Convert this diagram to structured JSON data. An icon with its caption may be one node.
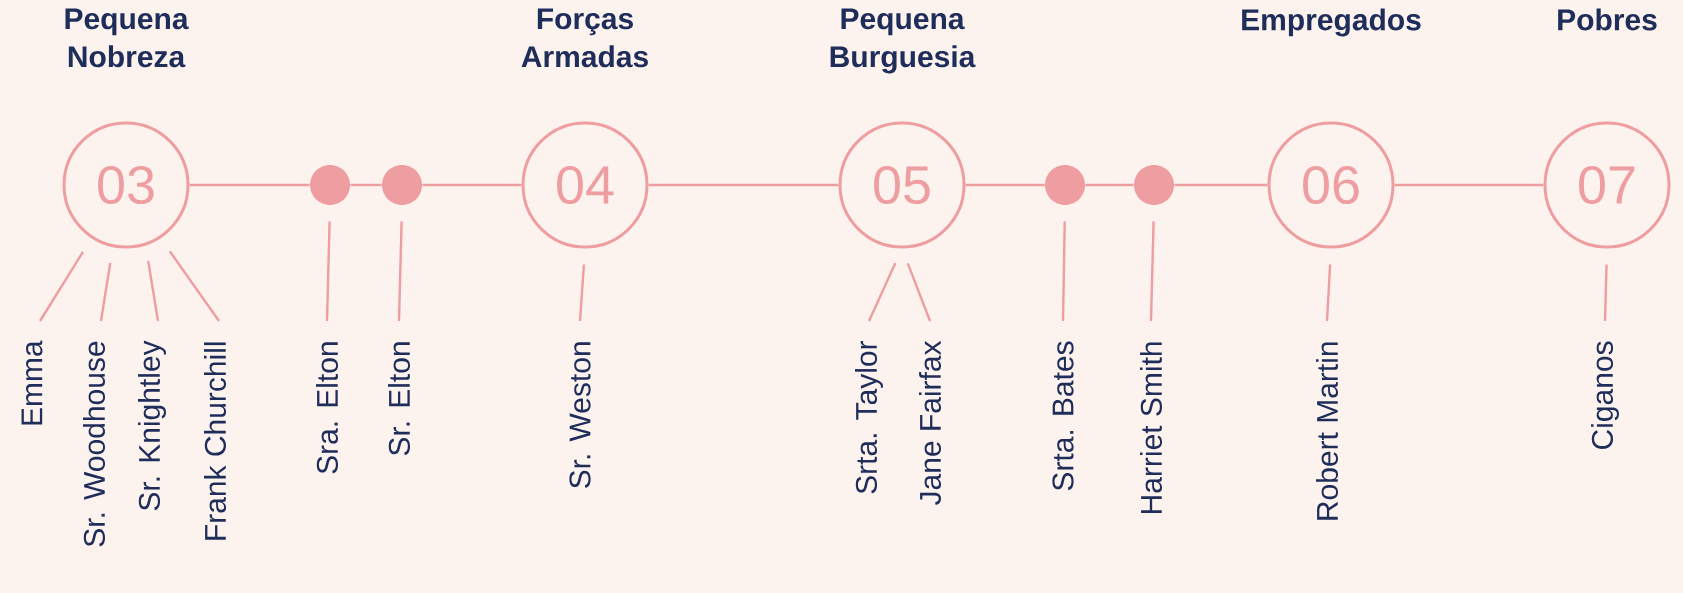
{
  "diagram": {
    "nodes": [
      {
        "text": [
          "Pequena Nobreza",
          "03"
        ]
      },
      {
        "text": [],
        "shape": "circle"
      },
      {
        "text": [],
        "shape": "circle"
      },
      {
        "text": [
          "Forças Armadas",
          "04"
        ]
      },
      {
        "text": [
          "Pequena Burguesia",
          "05"
        ]
      },
      {
        "text": [],
        "shape": "circle"
      },
      {
        "text": [],
        "shape": "circle"
      },
      {
        "text": [
          "Empregados",
          "06"
        ]
      },
      {
        "text": [
          "Pobres",
          "07"
        ]
      },
      {
        "text": [
          "Emma"
        ]
      },
      {
        "text": [
          "Sr. Woodhouse"
        ]
      },
      {
        "text": [
          "Sr. Knightley"
        ]
      },
      {
        "text": [
          "Frank Churchill"
        ]
      },
      {
        "text": [
          "Sra. Elton"
        ]
      },
      {
        "text": [
          "Sr. Elton"
        ]
      },
      {
        "text": [
          "Sr. Weston"
        ]
      },
      {
        "text": [
          "Srta. Taylor"
        ]
      },
      {
        "text": [
          "Jane Fairfax"
        ]
      },
      {
        "text": [
          "Srta. Bates"
        ]
      },
      {
        "text": [
          "Harriet Smith"
        ]
      },
      {
        "text": [
          "Robert Martin"
        ]
      },
      {
        "text": [
          "Ciganos"
        ]
      }
    ],
    "edges": [
      {
        "from": 0,
        "to": 1,
        "arrow": "none"
      },
      {
        "from": 1,
        "to": 2,
        "arrow": "none"
      },
      {
        "from": 2,
        "to": 3,
        "arrow": "none"
      },
      {
        "from": 3,
        "to": 4,
        "arrow": "none"
      },
      {
        "from": 4,
        "to": 5,
        "arrow": "none"
      },
      {
        "from": 5,
        "to": 6,
        "arrow": "none"
      },
      {
        "from": 6,
        "to": 7,
        "arrow": "none"
      },
      {
        "from": 7,
        "to": 8,
        "arrow": "none"
      },
      {
        "from": 9,
        "to": 0,
        "arrow": "none"
      },
      {
        "from": 10,
        "to": 0,
        "arrow": "none"
      },
      {
        "from": 11,
        "to": 0,
        "arrow": "none"
      },
      {
        "from": 12,
        "to": 0,
        "arrow": "none"
      },
      {
        "from": 13,
        "to": 1,
        "arrow": "none"
      },
      {
        "from": 14,
        "to": 2,
        "arrow": "none"
      },
      {
        "from": 15,
        "to": 3,
        "arrow": "none"
      },
      {
        "from": 16,
        "to": 4,
        "arrow": "none"
      },
      {
        "from": 17,
        "to": 4,
        "arrow": "none"
      },
      {
        "from": 18,
        "to": 5,
        "arrow": "none"
      },
      {
        "from": 19,
        "to": 6,
        "arrow": "none"
      },
      {
        "from": 20,
        "to": 7,
        "arrow": "none"
      },
      {
        "from": 21,
        "to": 8,
        "arrow": "none"
      }
    ]
  }
}
